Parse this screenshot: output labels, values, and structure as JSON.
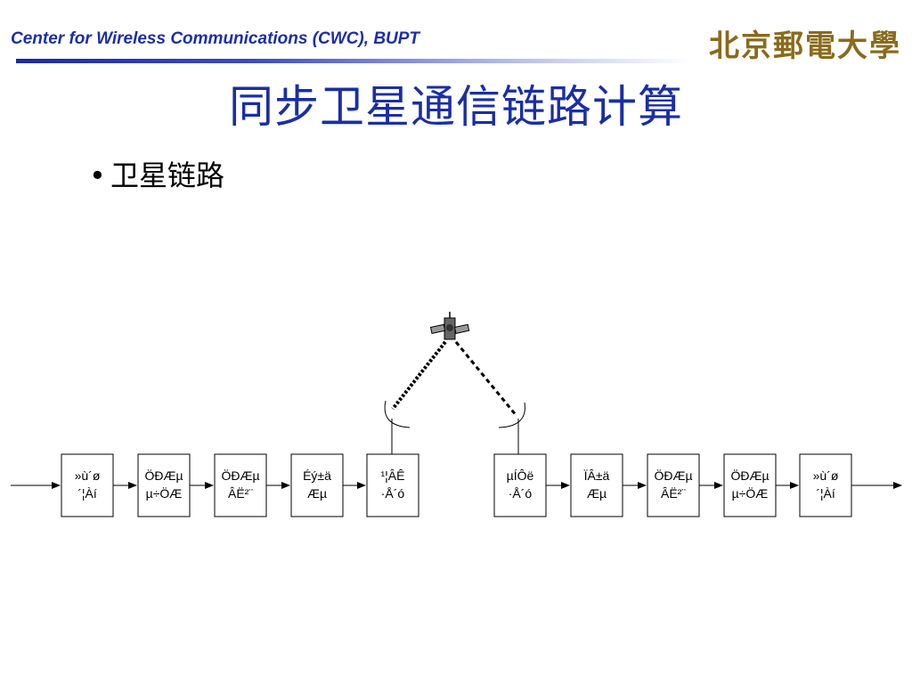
{
  "header": {
    "org": "Center for Wireless Communications (CWC), BUPT",
    "logo_text": "北京郵電大學"
  },
  "title": "同步卫星通信链路计算",
  "bullets": [
    "卫星链路"
  ],
  "diagram": {
    "blocks": [
      {
        "line1": "»ù´ø",
        "line2": "´¦Àí"
      },
      {
        "line1": "ÖÐÆµ",
        "line2": "µ÷ÖÆ"
      },
      {
        "line1": "ÖÐÆµ",
        "line2": "ÂË²¨"
      },
      {
        "line1": "Éý±ä",
        "line2": "Æµ"
      },
      {
        "line1": "¹¦ÂÊ",
        "line2": "·Å´ó"
      },
      {
        "line1": "µÍÔë",
        "line2": "·Å´ó"
      },
      {
        "line1": "ÏÂ±ä",
        "line2": "Æµ"
      },
      {
        "line1": "ÖÐÆµ",
        "line2": "ÂË²¨"
      },
      {
        "line1": "ÖÐÆµ",
        "line2": "µ÷ÖÆ"
      },
      {
        "line1": "»ù´ø",
        "line2": "´¦Àí"
      }
    ]
  }
}
